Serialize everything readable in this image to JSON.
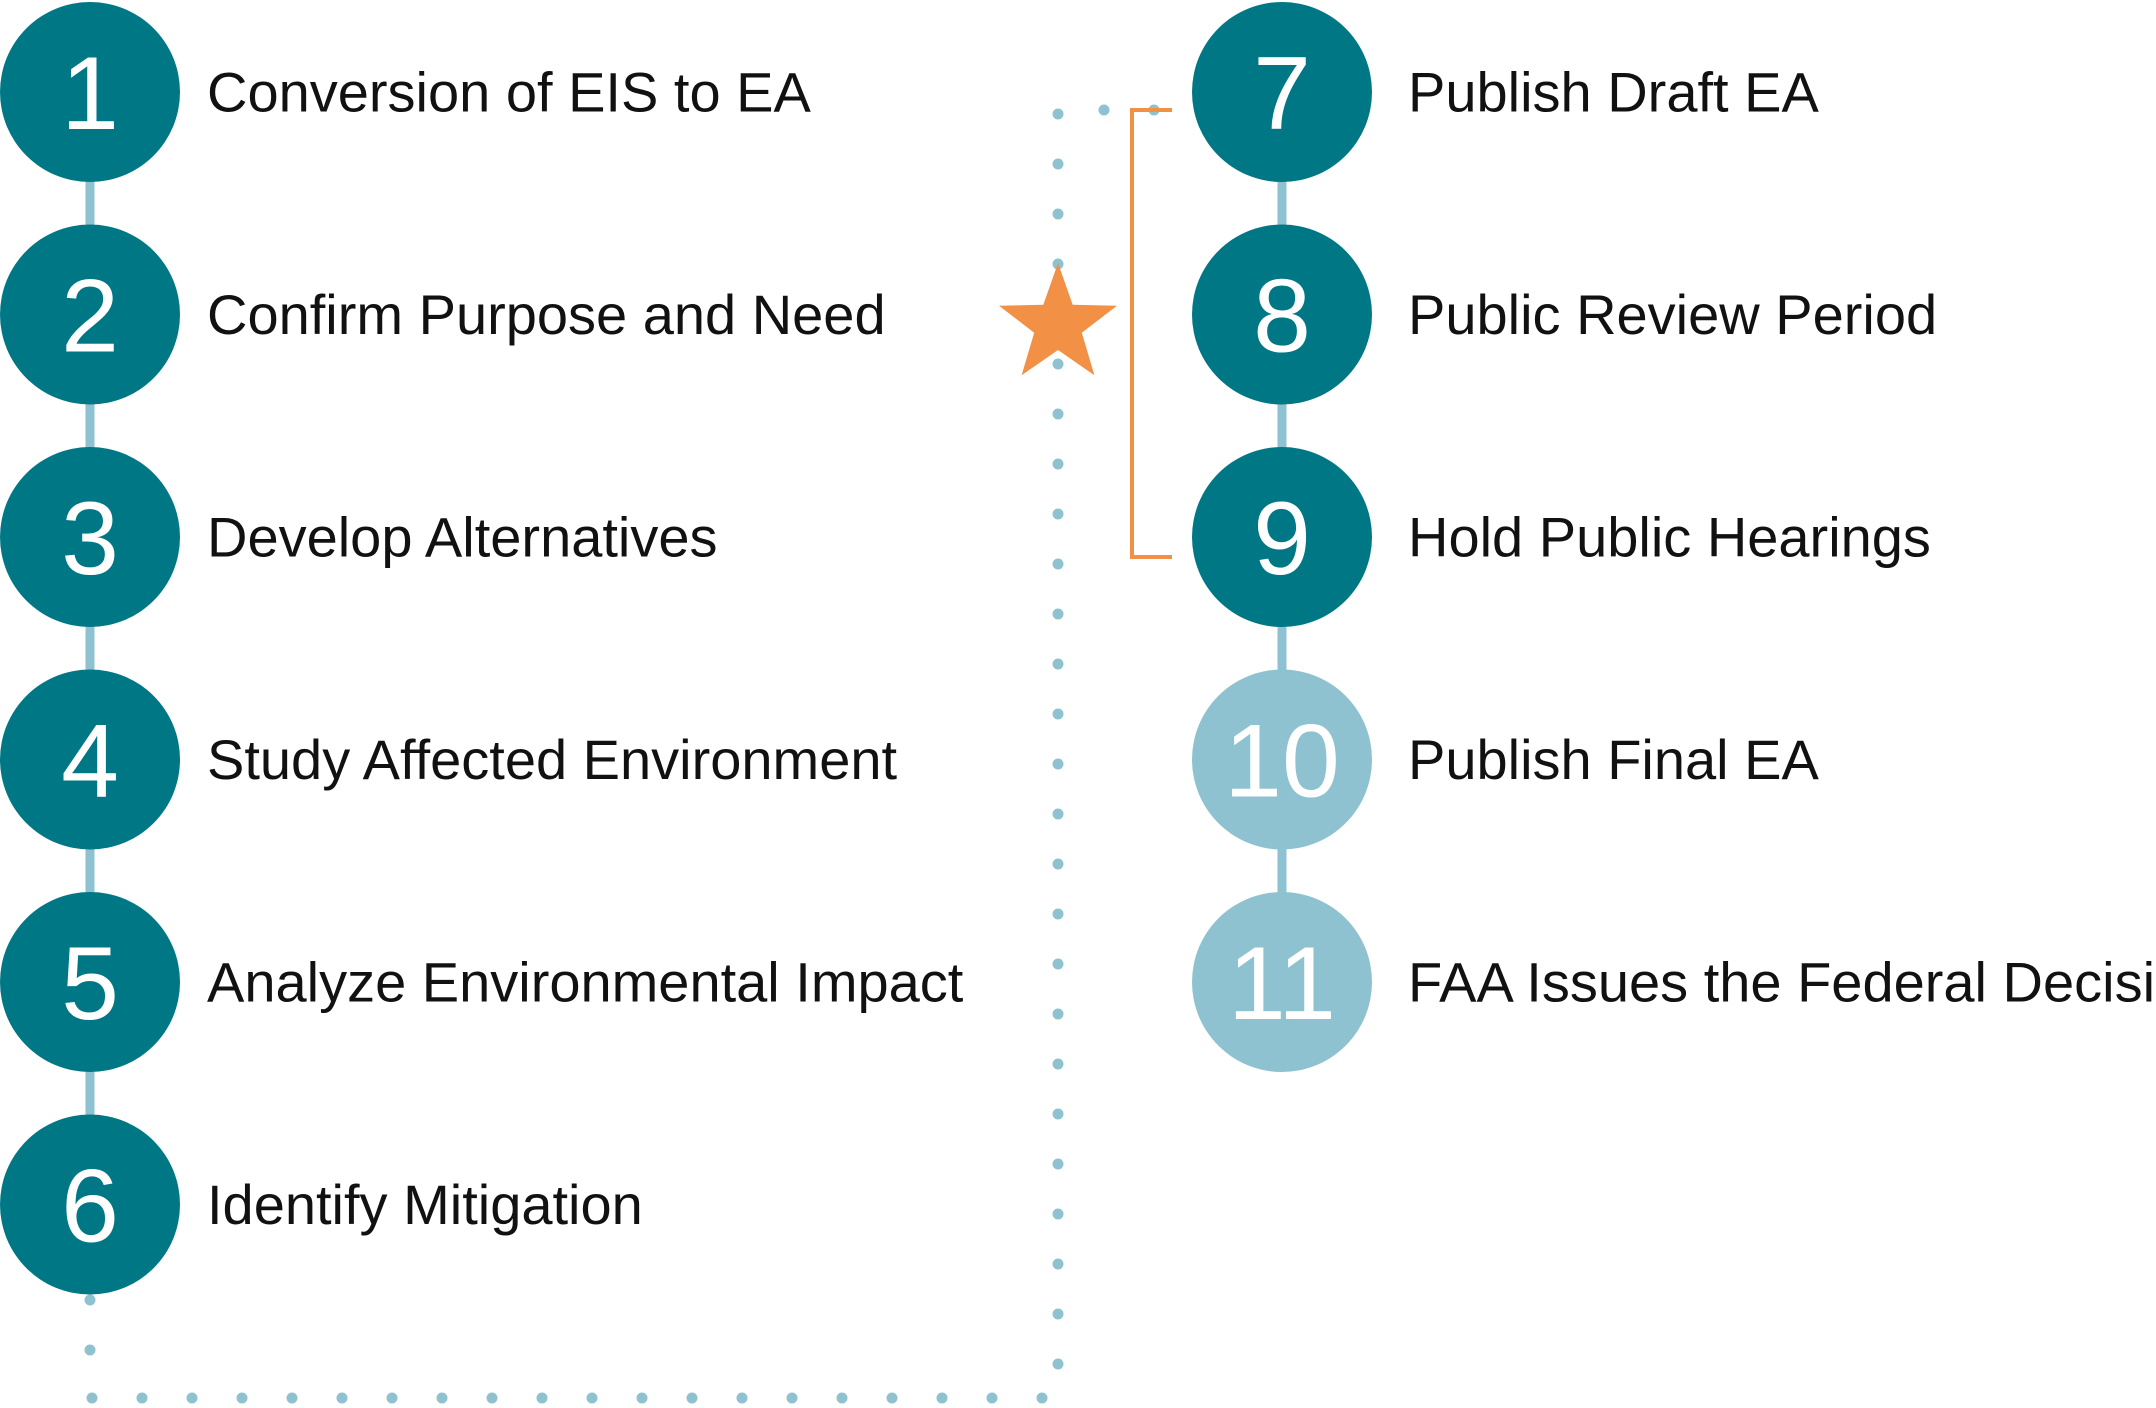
{
  "colors": {
    "completed": "#007785",
    "upcoming": "#8ec2d0",
    "connector": "#8ec2d0",
    "dotted_path": "#8ec2d0",
    "bracket": "#f29045",
    "star": "#f29045",
    "label_text": "#111111",
    "number_text": "#ffffff"
  },
  "steps": [
    {
      "number": "1",
      "label": "Conversion of EIS to EA",
      "status": "completed"
    },
    {
      "number": "2",
      "label": "Confirm Purpose and Need",
      "status": "completed"
    },
    {
      "number": "3",
      "label": "Develop Alternatives",
      "status": "completed"
    },
    {
      "number": "4",
      "label": "Study Affected Environment",
      "status": "completed"
    },
    {
      "number": "5",
      "label": "Analyze Environmental Impact",
      "status": "completed"
    },
    {
      "number": "6",
      "label": "Identify Mitigation",
      "status": "completed"
    },
    {
      "number": "7",
      "label": "Publish Draft EA",
      "status": "completed"
    },
    {
      "number": "8",
      "label": "Public Review Period",
      "status": "completed"
    },
    {
      "number": "9",
      "label": "Hold Public Hearings",
      "status": "completed"
    },
    {
      "number": "10",
      "label": "Publish Final EA",
      "status": "upcoming"
    },
    {
      "number": "11",
      "label": "FAA Issues the Federal Decision",
      "status": "upcoming"
    }
  ],
  "markers": {
    "star_icon": "star-icon",
    "bracket_icon": "bracket-icon"
  }
}
